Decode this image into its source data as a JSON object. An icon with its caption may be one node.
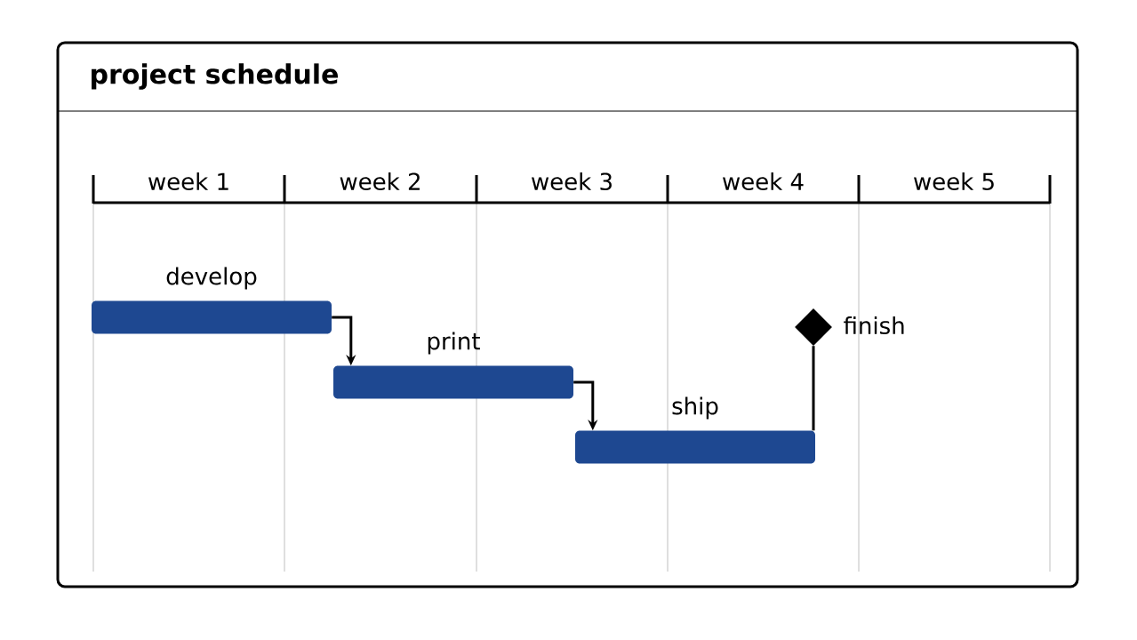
{
  "diagram": {
    "title": "project schedule",
    "nodes": [
      {
        "text": [
          "develop"
        ]
      },
      {
        "text": [
          "print"
        ]
      },
      {
        "text": [
          "ship"
        ]
      },
      {
        "text": [],
        "shape": "diamond",
        "beside": [
          "finish"
        ]
      }
    ],
    "edges": [
      {
        "from": 0,
        "to": 1,
        "arrow": "to"
      },
      {
        "from": 1,
        "to": 2,
        "arrow": "to"
      },
      {
        "from": 2,
        "to": 3,
        "arrow": "none"
      }
    ],
    "labels": [
      "week 1",
      "week 2",
      "week 3",
      "week 4",
      "week 5"
    ]
  }
}
